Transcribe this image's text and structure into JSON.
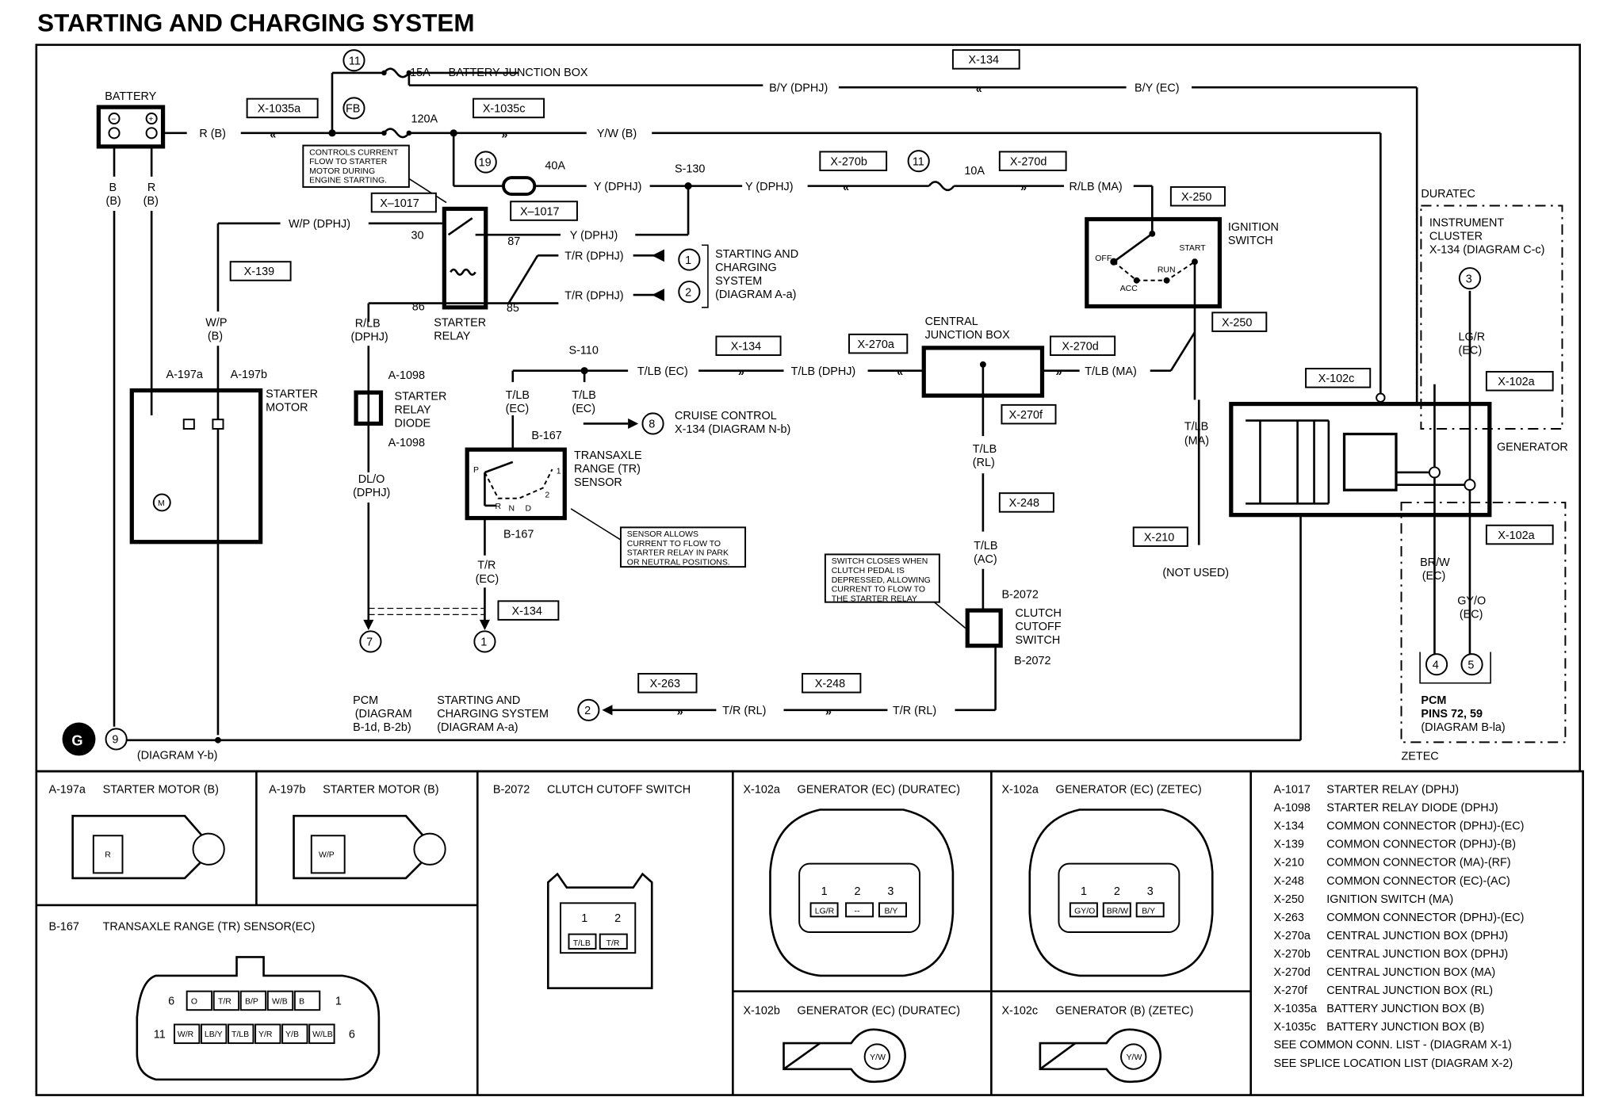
{
  "title": "STARTING AND CHARGING SYSTEM",
  "components": {
    "battery": "BATTERY",
    "battery_junction_box": "BATTERY JUNCTION BOX",
    "fuse_15a": "15A",
    "fuse_120a": "120A",
    "fuse_40a": "40A",
    "fuse_10a": "10A",
    "fb": "FB",
    "starter_relay": [
      "STARTER",
      "RELAY"
    ],
    "starter_motor": [
      "STARTER",
      "MOTOR"
    ],
    "starter_relay_diode": [
      "STARTER",
      "RELAY",
      "DIODE"
    ],
    "tr_sensor": [
      "TRANSAXLE",
      "RANGE (TR)",
      "SENSOR"
    ],
    "central_junction_box": [
      "CENTRAL",
      "JUNCTION BOX"
    ],
    "ignition_switch": [
      "IGNITION",
      "SWITCH"
    ],
    "ignition_positions": {
      "off": "OFF",
      "acc": "ACC",
      "run": "RUN",
      "start": "START"
    },
    "tr_positions": {
      "p": "P",
      "r": "R",
      "n": "N",
      "d": "D",
      "two": "2",
      "one": "1"
    },
    "clutch_switch": [
      "CLUTCH",
      "CUTOFF",
      "SWITCH"
    ],
    "generator": "GENERATOR",
    "duratec": "DURATEC",
    "zetec": "ZETEC",
    "instrument_cluster": [
      "INSTRUMENT",
      "CLUSTER",
      "X-134 (DIAGRAM C-c)"
    ],
    "pcm_pins": [
      "PCM",
      "PINS 72, 59",
      "(DIAGRAM B-la)"
    ],
    "pcm_left": [
      "PCM",
      "(DIAGRAM",
      "B-1d, B-2b)"
    ],
    "starting_charging_ref": [
      "STARTING AND",
      "CHARGING SYSTEM",
      "(DIAGRAM A-a)"
    ],
    "starting_charging_ref2": [
      "STARTING AND",
      "CHARGING",
      "SYSTEM",
      "(DIAGRAM A-a)"
    ],
    "cruise_control": [
      "CRUISE CONTROL",
      "X-134 (DIAGRAM N-b)"
    ],
    "not_used": "(NOT USED)",
    "ground_ref": "(DIAGRAM Y-b)",
    "ground_label": "G"
  },
  "notes": {
    "relay_note": [
      "CONTROLS CURRENT",
      "FLOW TO STARTER",
      "MOTOR DURING",
      "ENGINE STARTING."
    ],
    "sensor_note": [
      "SENSOR ALLOWS",
      "CURRENT TO FLOW TO",
      "STARTER RELAY IN PARK",
      "OR NEUTRAL POSITIONS."
    ],
    "clutch_note": [
      "SWITCH CLOSES WHEN",
      "CLUTCH PEDAL IS",
      "DEPRESSED, ALLOWING",
      "CURRENT TO FLOW TO",
      "THE STARTER RELAY"
    ]
  },
  "connectors": {
    "x1035a": "X-1035a",
    "x1035c": "X-1035c",
    "x134": "X-134",
    "x1017": "X–1017",
    "x139": "X-139",
    "x270b": "X-270b",
    "x270d": "X-270d",
    "x270a": "X-270a",
    "x270f": "X-270f",
    "x250": "X-250",
    "x248": "X-248",
    "x210": "X-210",
    "x263": "X-263",
    "x102a": "X-102a",
    "x102c": "X-102c",
    "a197a": "A-197a",
    "a197b": "A-197b",
    "a1098": "A-1098",
    "b167": "B-167",
    "b2072": "B-2072",
    "s130": "S-130",
    "s110": "S-110"
  },
  "wires": {
    "r_b": "R (B)",
    "b_b": [
      "B",
      "(B)"
    ],
    "r_b2": [
      "R",
      "(B)"
    ],
    "by_dphj": "B/Y (DPHJ)",
    "by_ec": "B/Y (EC)",
    "yw_b": "Y/W (B)",
    "y_dphj": "Y (DPHJ)",
    "rlb_ma": "R/LB (MA)",
    "wp_dphj": "W/P (DPHJ)",
    "wp_b": [
      "W/P",
      "(B)"
    ],
    "tr_dphj": "T/R (DPHJ)",
    "rlb_dphj": [
      "R/LB",
      "(DPHJ)"
    ],
    "dlo_dphj": [
      "DL/O",
      "(DPHJ)"
    ],
    "tlb_ec": "T/LB (EC)",
    "tlb_dphj": "T/LB (DPHJ)",
    "tlb_ma": "T/LB (MA)",
    "tlb_ec_v": [
      "T/LB",
      "(EC)"
    ],
    "tr_ec": [
      "T/R",
      "(EC)"
    ],
    "tlb_rl": [
      "T/LB",
      "(RL)"
    ],
    "tlb_ac": [
      "T/LB",
      "(AC)"
    ],
    "tlb_ma_v": [
      "T/LB",
      "(MA)"
    ],
    "tr_rl": "T/R (RL)",
    "lgr_ec": [
      "LG/R",
      "(EC)"
    ],
    "brw_ec": [
      "BR/W",
      "(EC)"
    ],
    "gyo_ec": [
      "GY/O",
      "(EC)"
    ],
    "pin30": "30",
    "pin87": "87",
    "pin86": "86",
    "pin85": "85"
  },
  "circle_refs": {
    "c11a": "11",
    "c11b": "11",
    "c19": "19",
    "c1": "1",
    "c2": "2",
    "c3": "3",
    "c4": "4",
    "c5": "5",
    "c7": "7",
    "c8": "8",
    "c1b": "1",
    "c2b": "2",
    "c9": "9"
  },
  "panels": [
    {
      "id": "A-197a",
      "title": "STARTER MOTOR (B)",
      "pins": [
        "R"
      ]
    },
    {
      "id": "A-197b",
      "title": "STARTER MOTOR (B)",
      "pins": [
        "W/P"
      ]
    },
    {
      "id": "B-2072",
      "title": "CLUTCH CUTOFF SWITCH",
      "pin_numbers": [
        "1",
        "2"
      ],
      "pins": [
        "T/LB",
        "T/R"
      ]
    },
    {
      "id": "X-102a",
      "title": "GENERATOR (EC) (DURATEC)",
      "pin_numbers": [
        "1",
        "2",
        "3"
      ],
      "pins": [
        "LG/R",
        "--",
        "B/Y"
      ]
    },
    {
      "id": "X-102a",
      "title": "GENERATOR (EC) (ZETEC)",
      "pin_numbers": [
        "1",
        "2",
        "3"
      ],
      "pins": [
        "GY/O",
        "BR/W",
        "B/Y"
      ]
    },
    {
      "id": "B-167",
      "title": "TRANSAXLE RANGE (TR)  SENSOR(EC)",
      "row1_ends": [
        "6",
        "1"
      ],
      "row1": [
        "O",
        "T/R",
        "B/P",
        "W/B",
        "B"
      ],
      "row2_ends": [
        "11",
        "6"
      ],
      "row2": [
        "W/R",
        "LB/Y",
        "T/LB",
        "Y/R",
        "Y/B",
        "W/LB"
      ]
    },
    {
      "id": "X-102b",
      "title": "GENERATOR (EC) (DURATEC)",
      "pins": [
        "Y/W"
      ]
    },
    {
      "id": "X-102c",
      "title": "GENERATOR (B) (ZETEC)",
      "pins": [
        "Y/W"
      ]
    }
  ],
  "legend": [
    {
      "code": "A-1017",
      "desc": "STARTER RELAY (DPHJ)"
    },
    {
      "code": "A-1098",
      "desc": "STARTER RELAY DIODE (DPHJ)"
    },
    {
      "code": "X-134",
      "desc": "COMMON CONNECTOR (DPHJ)-(EC)"
    },
    {
      "code": "X-139",
      "desc": "COMMON CONNECTOR (DPHJ)-(B)"
    },
    {
      "code": "X-210",
      "desc": "COMMON CONNECTOR (MA)-(RF)"
    },
    {
      "code": "X-248",
      "desc": "COMMON CONNECTOR (EC)-(AC)"
    },
    {
      "code": "X-250",
      "desc": "IGNITION SWITCH (MA)"
    },
    {
      "code": "X-263",
      "desc": "COMMON CONNECTOR (DPHJ)-(EC)"
    },
    {
      "code": "X-270a",
      "desc": "CENTRAL JUNCTION BOX (DPHJ)"
    },
    {
      "code": "X-270b",
      "desc": "CENTRAL JUNCTION BOX (DPHJ)"
    },
    {
      "code": "X-270d",
      "desc": "CENTRAL JUNCTION BOX (MA)"
    },
    {
      "code": "X-270f",
      "desc": "CENTRAL JUNCTION BOX (RL)"
    },
    {
      "code": "X-1035a",
      "desc": "BATTERY JUNCTION BOX (B)"
    },
    {
      "code": "X-1035c",
      "desc": "BATTERY JUNCTION BOX (B)"
    }
  ],
  "legend_footer": [
    "SEE COMMON CONN. LIST - (DIAGRAM X-1)",
    "SEE SPLICE LOCATION LIST (DIAGRAM X-2)"
  ]
}
